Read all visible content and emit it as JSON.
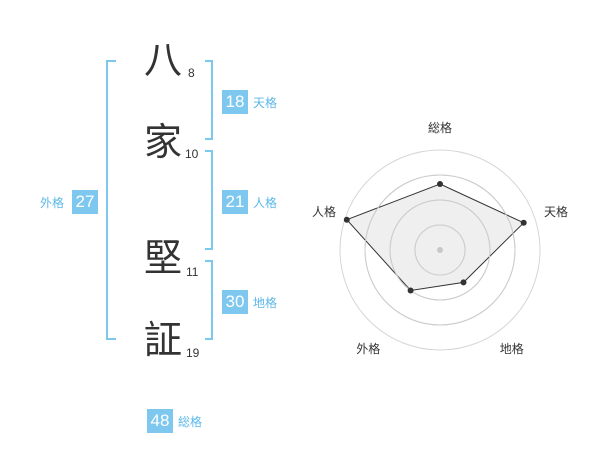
{
  "name": {
    "characters": [
      {
        "char": "八",
        "strokes": "8"
      },
      {
        "char": "家",
        "strokes": "10"
      },
      {
        "char": "堅",
        "strokes": "11"
      },
      {
        "char": "証",
        "strokes": "19"
      }
    ]
  },
  "scores": {
    "tenkaku": {
      "value": "18",
      "label": "天格"
    },
    "jinkaku": {
      "value": "21",
      "label": "人格"
    },
    "chikaku": {
      "value": "30",
      "label": "地格"
    },
    "gaikaku": {
      "value": "27",
      "label": "外格"
    },
    "soukaku": {
      "value": "48",
      "label": "総格"
    }
  },
  "colors": {
    "accent": "#7ec8f0",
    "label": "#5bb8ea"
  },
  "radar": {
    "axes": [
      {
        "label": "総格",
        "level": 0.66
      },
      {
        "label": "天格",
        "level": 0.88
      },
      {
        "label": "地格",
        "level": 0.4
      },
      {
        "label": "外格",
        "level": 0.5
      },
      {
        "label": "人格",
        "level": 0.98
      }
    ],
    "rings": 4
  }
}
